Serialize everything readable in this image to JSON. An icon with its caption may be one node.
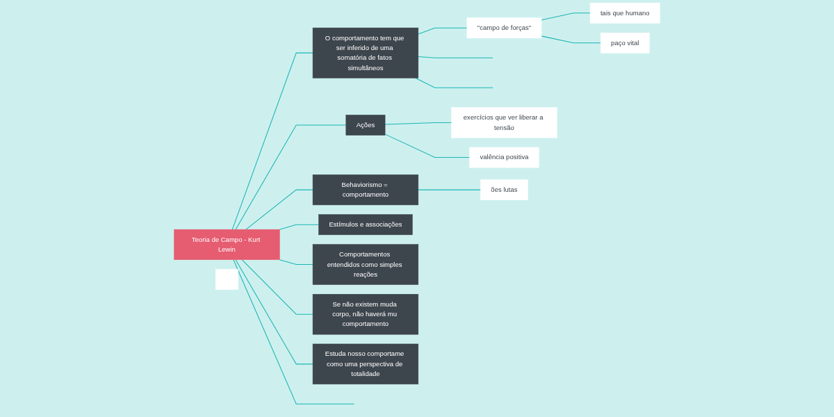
{
  "diagram": {
    "nodes": [
      {
        "text": [
          "Teoria de Campo - Kurt Lewin"
        ]
      },
      {
        "text": [
          "O comportamento tem que ser inferido de uma somatória de fatos simultâneos"
        ]
      },
      {
        "text": [
          "\"campo de forças\""
        ]
      },
      {
        "text": [
          "tais que humano"
        ]
      },
      {
        "text": [
          "paço vital"
        ]
      },
      {
        "text": [
          "Ações"
        ]
      },
      {
        "text": [
          "exercícios que ver liberar a tensão"
        ]
      },
      {
        "text": [
          "valência positiva"
        ]
      },
      {
        "text": [
          "Comportamentos entendidos como simples reações"
        ]
      },
      {
        "text": [
          "Se não existem muda corpo, não haverá mu comportamento"
        ]
      },
      {
        "text": [
          "Estuda nosso comportame como uma perspectiva de totalidade"
        ]
      },
      {
        "text": [
          "Estímulos e associações"
        ]
      },
      {
        "text": [
          "Behaviorismo = comportamento"
        ]
      },
      {
        "text": [
          "ões lutas"
        ]
      },
      {
        "text": [],
        "shape": "box"
      }
    ],
    "edges": [
      {
        "from": 0,
        "to": 1,
        "arrow": "none"
      },
      {
        "from": 1,
        "to": 2,
        "arrow": "none"
      },
      {
        "from": 2,
        "to": 3,
        "arrow": "none"
      },
      {
        "from": 2,
        "to": 4,
        "arrow": "none"
      },
      {
        "from": 1,
        "to": null,
        "arrow": "none"
      },
      {
        "from": 1,
        "to": null,
        "arrow": "none"
      },
      {
        "from": 0,
        "to": 5,
        "arrow": "none"
      },
      {
        "from": 5,
        "to": 6,
        "arrow": "none"
      },
      {
        "from": 5,
        "to": 7,
        "arrow": "none"
      },
      {
        "from": 0,
        "to": 12,
        "arrow": "none"
      },
      {
        "from": 12,
        "to": 13,
        "arrow": "none"
      },
      {
        "from": 0,
        "to": 11,
        "arrow": "none"
      },
      {
        "from": 0,
        "to": 8,
        "arrow": "none"
      },
      {
        "from": 0,
        "to": 9,
        "arrow": "none"
      },
      {
        "from": 0,
        "to": 10,
        "arrow": "none"
      },
      {
        "from": 0,
        "to": null,
        "arrow": "none"
      }
    ]
  }
}
